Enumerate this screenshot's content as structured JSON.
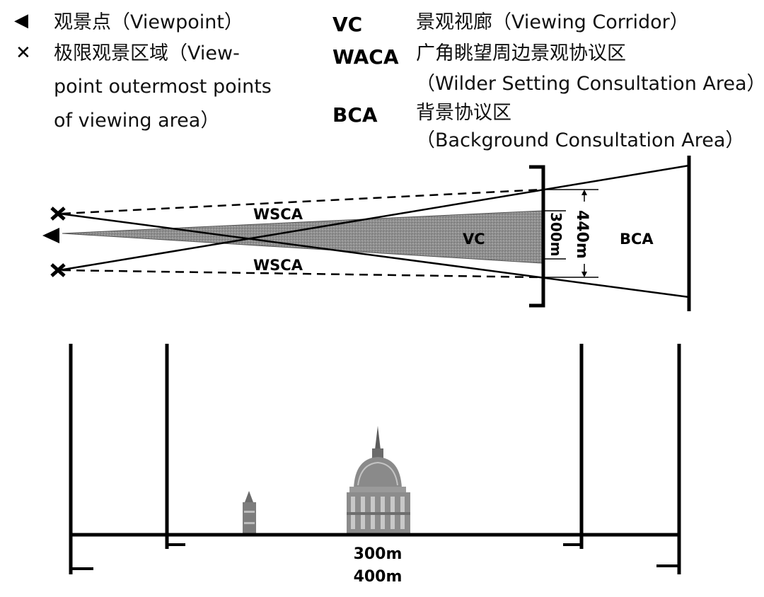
{
  "legend": {
    "viewpoint_symbol": "◀",
    "viewpoint": "观景点（Viewpoint）",
    "extent_symbol": "✕",
    "extent_line1": "极限观景区域（View-",
    "extent_line2": "point outermost points",
    "extent_line3": "of viewing area）",
    "vc_abbr": "VC",
    "vc_desc": "景观视廊（Viewing Corridor）",
    "waca_abbr": "WACA",
    "waca_desc_line1": "广角眺望周边景观协议区",
    "waca_desc_line2": "（Wilder Setting Consultation Area）",
    "bca_abbr": "BCA",
    "bca_desc_line1": "背景协议区",
    "bca_desc_line2": "（Background Consultation Area）"
  },
  "plan": {
    "wsca_top": "WSCA",
    "wsca_bottom": "WSCA",
    "vc_label": "VC",
    "bca_label": "BCA",
    "width_300": "300m",
    "width_440": "440m"
  },
  "elevation": {
    "width_300": "300m",
    "width_400": "400m"
  },
  "colors": {
    "corridor_fill": "#8f8f8f",
    "line": "#000000"
  }
}
